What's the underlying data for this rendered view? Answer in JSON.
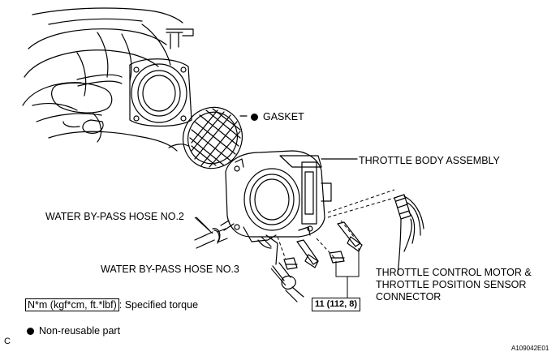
{
  "labels": {
    "gasket": "GASKET",
    "throttle_body": "THROTTLE BODY ASSEMBLY",
    "hose2": "WATER BY-PASS HOSE NO.2",
    "hose3": "WATER BY-PASS HOSE NO.3",
    "connector_line1": "THROTTLE CONTROL MOTOR &",
    "connector_line2": "THROTTLE POSITION SENSOR",
    "connector_line3": "CONNECTOR",
    "torque_value": "11 (112, 8)"
  },
  "legend": {
    "torque_unit": "N*m (kgf*cm, ft.*lbf)",
    "torque_desc": ": Specified torque",
    "nonreusable": "Non-reusable part"
  },
  "corner_letter": "C",
  "figure_id": "A109042E01"
}
